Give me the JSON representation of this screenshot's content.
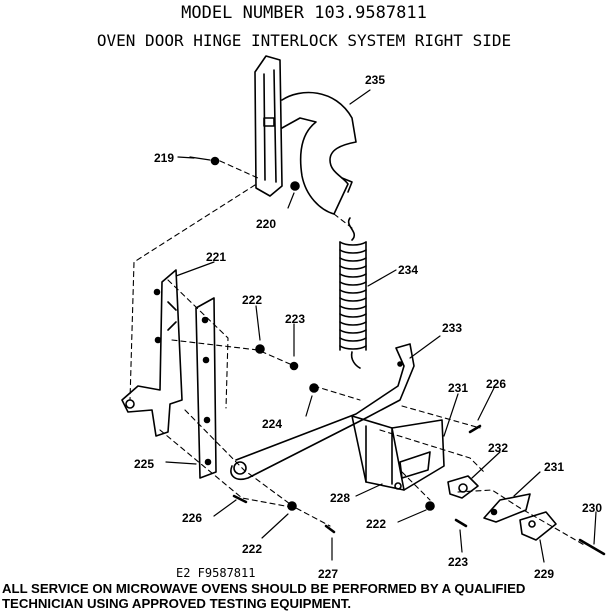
{
  "header": {
    "model_line": "MODEL NUMBER 103.9587811",
    "title_line": "OVEN DOOR HINGE INTERLOCK SYSTEM  RIGHT SIDE"
  },
  "parts": {
    "p235": "235",
    "p219": "219",
    "p220": "220",
    "p234": "234",
    "p221": "221",
    "p222a": "222",
    "p223a": "223",
    "p233": "233",
    "p231a": "231",
    "p226a": "226",
    "p224": "224",
    "p232": "232",
    "p231b": "231",
    "p225": "225",
    "p228": "228",
    "p230": "230",
    "p226b": "226",
    "p222b": "222",
    "p222c": "222",
    "p223b": "223",
    "p229": "229",
    "p227": "227"
  },
  "footer": {
    "reference": "E2 F9587811",
    "notice_line1": "ALL SERVICE ON MICROWAVE OVENS SHOULD BE PERFORMED BY A QUALIFIED",
    "notice_line2": "TECHNICIAN USING APPROVED TESTING EQUIPMENT."
  }
}
